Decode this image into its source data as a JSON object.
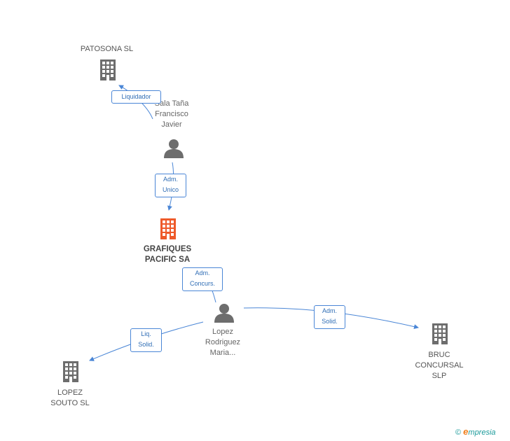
{
  "nodes": {
    "patosona": {
      "label": [
        "PATOSONA SL"
      ],
      "type": "company",
      "color": "#6d6d6d"
    },
    "sala": {
      "label": [
        "Sala Taña",
        "Francisco",
        "Javier"
      ],
      "type": "person",
      "color": "#6d6d6d"
    },
    "grafiques": {
      "label": [
        "GRAFIQUES",
        "PACIFIC SA"
      ],
      "type": "company",
      "color": "#ee5a2a"
    },
    "lopez": {
      "label": [
        "Lopez",
        "Rodriguez",
        "Maria..."
      ],
      "type": "person",
      "color": "#6d6d6d"
    },
    "lopez_souto": {
      "label": [
        "LOPEZ",
        "SOUTO SL"
      ],
      "type": "company",
      "color": "#6d6d6d"
    },
    "bruc": {
      "label": [
        "BRUC",
        "CONCURSAL",
        "SLP"
      ],
      "type": "company",
      "color": "#6d6d6d"
    }
  },
  "edges": [
    {
      "from": "sala",
      "to": "patosona",
      "label": [
        "Liquidador"
      ]
    },
    {
      "from": "sala",
      "to": "grafiques",
      "label": [
        "Adm.",
        "Unico"
      ]
    },
    {
      "from": "lopez",
      "to": "grafiques",
      "label": [
        "Adm.",
        "Concurs."
      ]
    },
    {
      "from": "lopez",
      "to": "lopez_souto",
      "label": [
        "Liq.",
        "Solid."
      ]
    },
    {
      "from": "lopez",
      "to": "bruc",
      "label": [
        "Adm.",
        "Solid."
      ]
    }
  ],
  "footer": {
    "copyright_symbol": "©",
    "brand_initial": "e",
    "brand_rest": "mpresia"
  },
  "colors": {
    "edge": "#4a86d6",
    "edge_label_text": "#2f6db5"
  }
}
